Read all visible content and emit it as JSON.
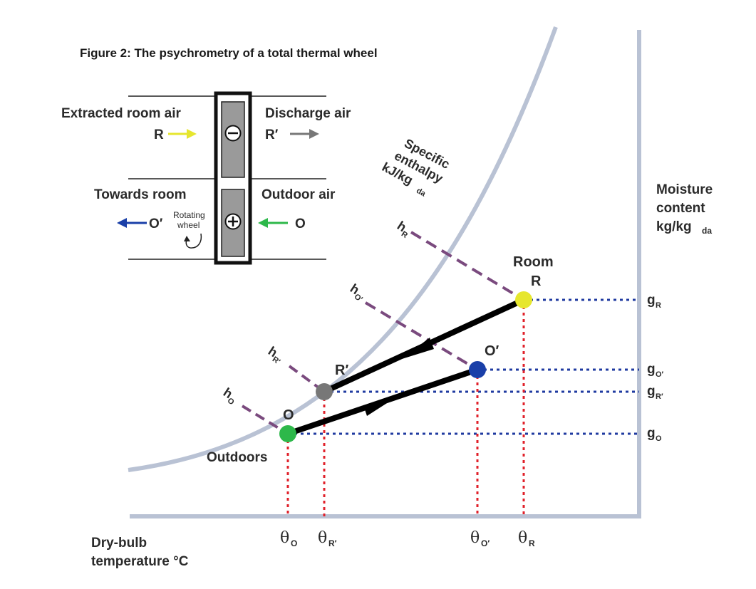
{
  "figure": {
    "title": "Figure 2: The psychrometry of a total thermal wheel"
  },
  "wheel_schematic": {
    "extracted_label": "Extracted room air",
    "extracted_symbol": "R",
    "discharge_label": "Discharge air",
    "discharge_symbol": "R′",
    "towards_label": "Towards room",
    "towards_symbol": "O′",
    "outdoor_label": "Outdoor air",
    "outdoor_symbol": "O",
    "rotating_label_1": "Rotating",
    "rotating_label_2": "wheel",
    "minus_sign": "−",
    "plus_sign": "+"
  },
  "chart": {
    "x_axis_label_1": "Dry-bulb",
    "x_axis_label_2": "temperature °C",
    "y_axis_label_1": "Moisture",
    "y_axis_label_2": "content",
    "y_axis_label_3": "kg/kg",
    "y_axis_label_3_sub": "da",
    "curve_label_1": "Specific",
    "curve_label_2": "enthalpy",
    "curve_label_3": "kJ/kg",
    "curve_label_3_sub": "da"
  },
  "points": {
    "R": {
      "label": "R",
      "caption": "Room",
      "color": "#e6e62e"
    },
    "O_prime": {
      "label": "O′",
      "color": "#1a3fa8"
    },
    "R_prime": {
      "label": "R′",
      "color": "#777777"
    },
    "O": {
      "label": "O",
      "caption": "Outdoors",
      "color": "#2db84a"
    }
  },
  "temperature_ticks": {
    "theta": "θ",
    "O": "O",
    "R_prime": "R′",
    "O_prime": "O′",
    "R": "R"
  },
  "moisture_ticks": {
    "g": "g",
    "R": "R",
    "O_prime": "O′",
    "R_prime": "R′",
    "O": "O"
  },
  "enthalpy_ticks": {
    "h": "h",
    "R": "R",
    "O_prime": "O′",
    "R_prime": "R′",
    "O": "O"
  },
  "colors": {
    "axis": "#b9c2d4",
    "saturation_curve": "#b9c2d4",
    "process_line": "#000000",
    "moisture_guides": "#1f3aa0",
    "temperature_guides": "#e0202a",
    "enthalpy_guides": "#7a4a7e",
    "extracted_arrow": "#e6e62e",
    "discharge_arrow": "#777777",
    "towards_arrow": "#1a3fa8",
    "outdoor_arrow": "#2db84a",
    "wheel_fill": "#9a9a9a"
  }
}
